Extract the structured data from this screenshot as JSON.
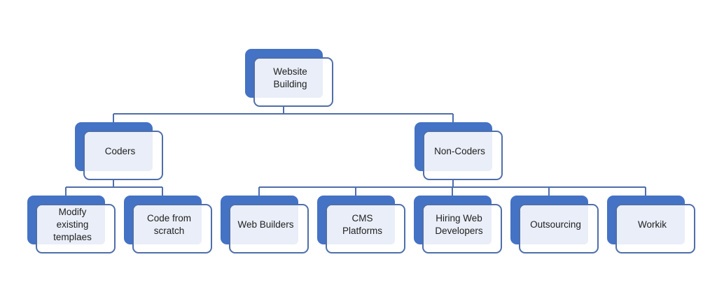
{
  "colors": {
    "back_fill": "#4472c4",
    "front_border": "#4f6eaa",
    "front_tint": "#e9eef8",
    "connector": "#4f6eaa"
  },
  "tree": {
    "root": {
      "id": "website-building",
      "label": "Website Building"
    },
    "branches": [
      {
        "id": "coders",
        "label": "Coders",
        "children": [
          {
            "id": "modify-existing-templaes",
            "label": "Modify existing templaes"
          },
          {
            "id": "code-from-scratch",
            "label": "Code from scratch"
          }
        ]
      },
      {
        "id": "non-coders",
        "label": "Non-Coders",
        "children": [
          {
            "id": "web-builders",
            "label": "Web Builders"
          },
          {
            "id": "cms-platforms",
            "label": "CMS Platforms"
          },
          {
            "id": "hiring-web-developers",
            "label": "Hiring Web Developers"
          },
          {
            "id": "outsourcing",
            "label": "Outsourcing"
          },
          {
            "id": "workik",
            "label": "Workik"
          }
        ]
      }
    ]
  }
}
